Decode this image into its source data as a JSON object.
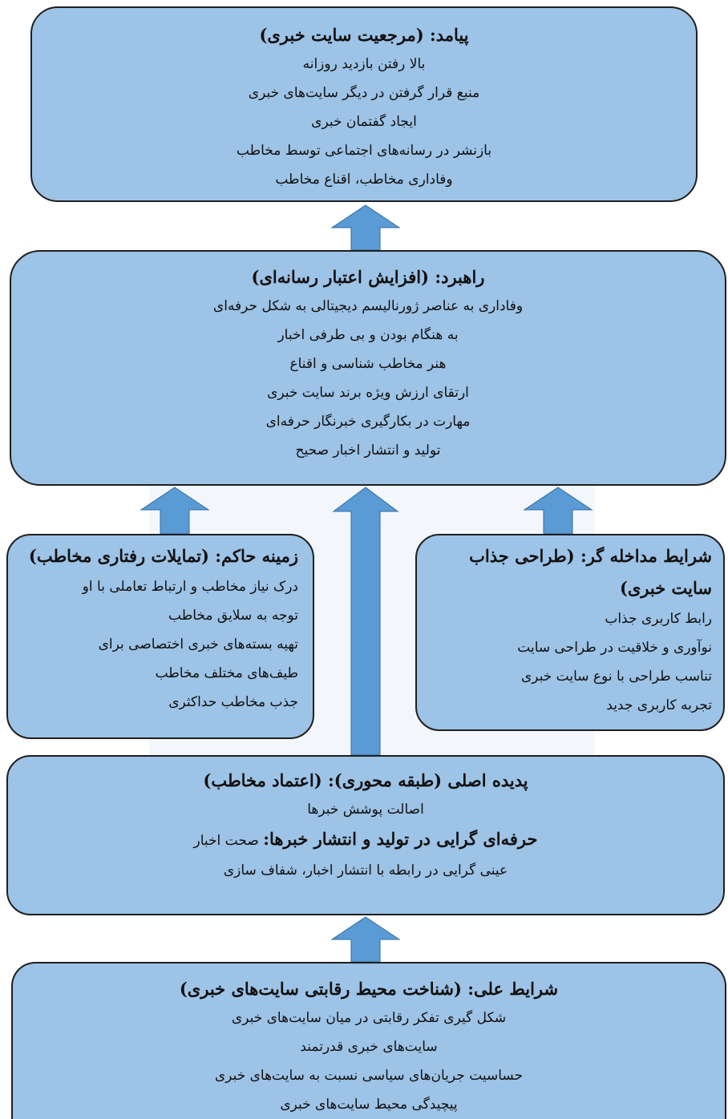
{
  "outcome": {
    "title": "پیامد: (مرجعیت سایت خبری)",
    "items": [
      "بالا رفتن بازدید روزانه",
      "منبع قرار گرفتن در دیگر سایت‌های خبری",
      "ایجاد گفتمان خبری",
      "بازنشر در رسانه‌های اجتماعی توسط مخاطب",
      "وفاداری مخاطب، اقناع مخاطب"
    ]
  },
  "strategy": {
    "title": "راهبرد: (افزایش اعتبار رسانه‌ای)",
    "items": [
      "وفاداری به عناصر ژورنالیسم دیجیتالی به شکل حرفه‌ای",
      "به هنگام بودن و بی طرفی اخبار",
      "هنر مخاطب شناسی و اقناع",
      "ارتقای ارزش ویژه برند سایت خبری",
      "مهارت در بکارگیری خبرنگار حرفه‌ای",
      "تولید و انتشار اخبار صحیح"
    ]
  },
  "context": {
    "title": "زمینه حاکم: (تمایلات رفتاری مخاطب)",
    "items": [
      "درک نیاز مخاطب و ارتباط تعاملی با او",
      "توجه به سلایق مخاطب",
      "تهیه بسته‌های خبری اختصاصی برای",
      "طیف‌های مختلف مخاطب",
      "جذب مخاطب حداکثری"
    ]
  },
  "intervening": {
    "title": "شرایط مداخله گر: (طراحی جذاب سایت خبری)",
    "items": [
      "رابط کاربری جذاب",
      "نوآوری و خلاقیت در طراحی سایت",
      "تناسب طراحی با نوع سایت خبری",
      "تجربه کاربری جدید"
    ]
  },
  "core": {
    "title": "پدیده اصلی (طبقه محوری): (اعتماد مخاطب)",
    "item1": "اصالت پوشش خبرها",
    "item2_bold": "حرفه‌ای گرایی در تولید و انتشار خبرها:",
    "item2_rest": " صحت اخبار",
    "item3": "عینی گرایی در رابطه با انتشار اخبار، شفاف سازی"
  },
  "causal": {
    "title": "شرایط علی: (شناخت محیط رقابتی سایت‌های خبری)",
    "items": [
      "شکل گیری تفکر رقابتی در میان سایت‌های خبری",
      "سایت‌های خبری قدرتمند",
      "حساسیت جریان‌های سیاسی نسبت به سایت‌های خبری",
      "پیچیدگی محیط سایت‌های خبری"
    ]
  },
  "colors": {
    "box_fill": "#9dc3e6",
    "arrow_fill": "#5b9bd5",
    "border": "#1f1f1f"
  }
}
